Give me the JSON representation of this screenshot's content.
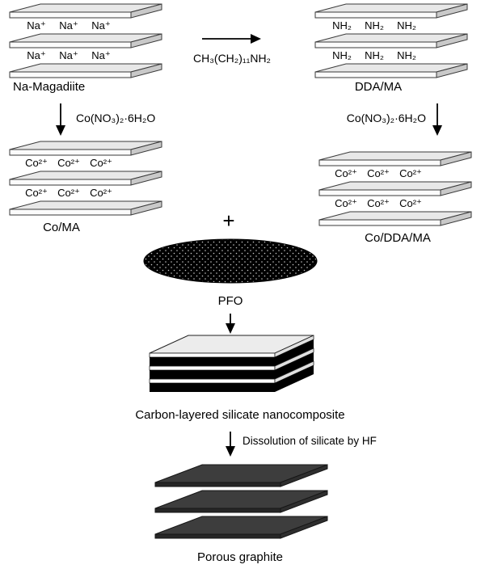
{
  "structures": {
    "na_magadiite": {
      "label": "Na-Magadiite",
      "ion": "Na⁺"
    },
    "dda_ma": {
      "label": "DDA/MA",
      "ion": "NH₂"
    },
    "co_ma": {
      "label": "Co/MA",
      "ion": "Co²⁺"
    },
    "co_dda_ma": {
      "label": "Co/DDA/MA",
      "ion": "Co²⁺"
    }
  },
  "reagents": {
    "dda": "CH₃(CH₂)₁₁NH₂",
    "cobalt_nitrate": "Co(NO₃)₂·6H₂O"
  },
  "plus_sign": "+",
  "pfo_label": "PFO",
  "nanocomposite": {
    "label": "Carbon-layered silicate nanocomposite"
  },
  "hf_step": {
    "label": "Dissolution of silicate by HF"
  },
  "product": {
    "label": "Porous graphite"
  },
  "colors": {
    "silicate_top": "#e8e8e8",
    "silicate_front": "#fbfbfb",
    "silicate_side": "#c9c9c9",
    "carbon_layer": "#000000",
    "graphite_sheet": "#3d3d3d",
    "background": "#ffffff"
  }
}
